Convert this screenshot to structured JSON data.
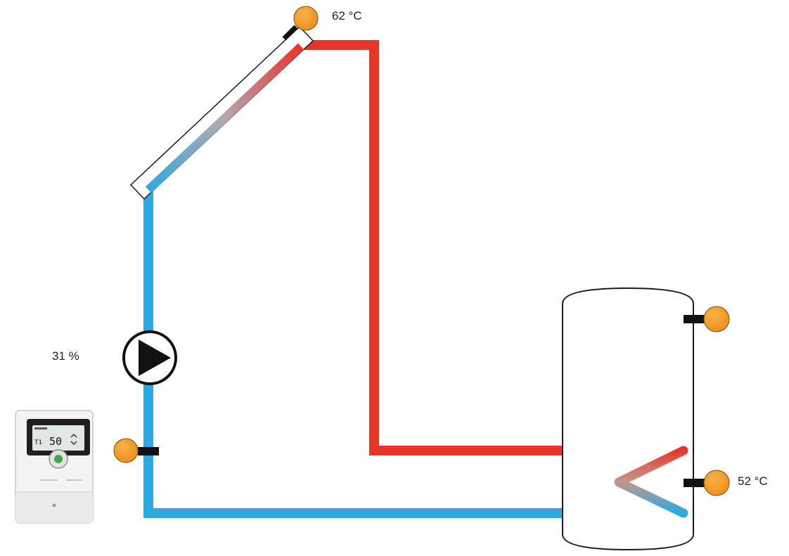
{
  "labels": {
    "collector_temperature": "62 °C",
    "pump_speed": "31 %",
    "tank_temperature": "52 °C"
  },
  "controller": {
    "display_value": "50",
    "display_prefix": "T1"
  },
  "colors": {
    "hot_pipe": "#e8352c",
    "cold_pipe": "#2da9e1",
    "sensor": "#f39a21",
    "outline": "#1a1a1a"
  }
}
